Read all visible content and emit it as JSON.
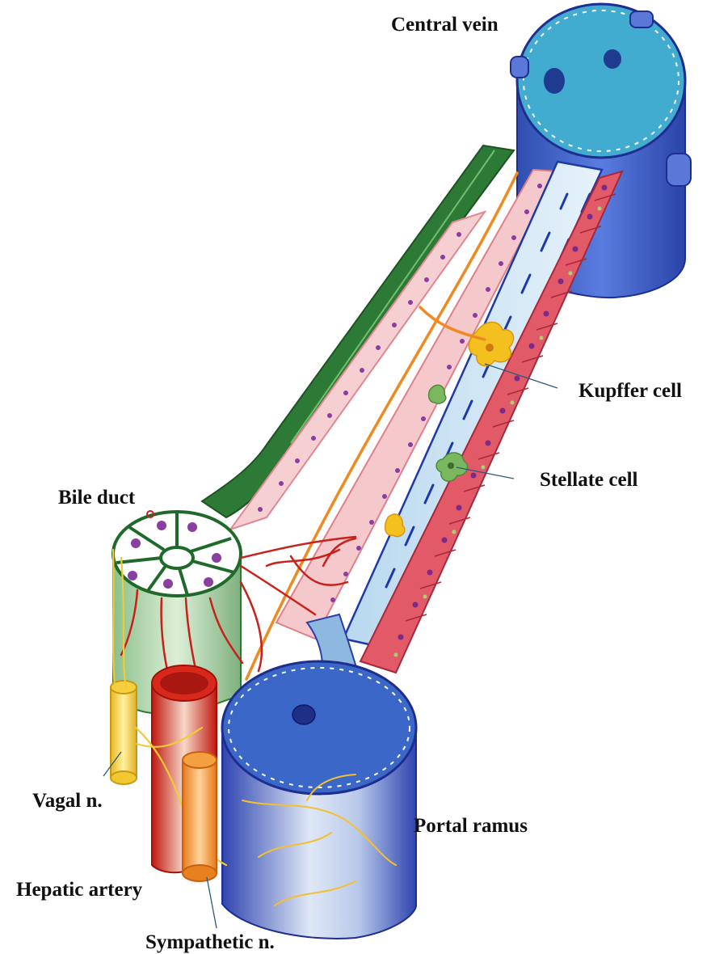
{
  "labels": {
    "central_vein": "Central vein",
    "kupffer_cell": "Kupffer cell",
    "stellate_cell": "Stellate cell",
    "bile_duct": "Bile duct",
    "vagal_n": "Vagal n.",
    "portal_ramus": "Portal ramus",
    "hepatic_artery": "Hepatic artery",
    "sympathetic_n": "Sympathetic n."
  },
  "colors": {
    "central_vein": "#3a63c8",
    "central_vein_top": "#3aa8d0",
    "portal_ramus": "#3550c0",
    "bile_duct": "#2e7a3a",
    "hepatocyte_pale": "#f4c4c8",
    "hepatocyte_red": "#e05868",
    "nucleus": "#8a3fa0",
    "sinusoid": "#cfe6f4",
    "hepatic_artery": "#c8201a",
    "vagal_nerve": "#f2cc30",
    "sympathetic_nerve": "#f08a20",
    "kupffer": "#f2c020",
    "stellate": "#7ab860"
  }
}
